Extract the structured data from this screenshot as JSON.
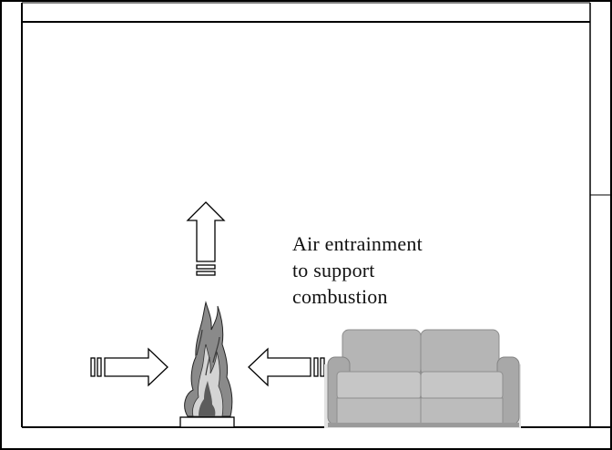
{
  "annotation": {
    "lines": [
      "Air entrainment",
      "to support",
      "combustion"
    ]
  },
  "icons": {
    "fire": "flame-icon",
    "sofa": "sofa-icon",
    "arrow_up": "arrow-up-icon",
    "arrow_right": "arrow-right-icon",
    "arrow_left": "arrow-left-icon"
  },
  "colors": {
    "line": "#000000",
    "background": "#ffffff",
    "sofa": "#b9b9b9",
    "flame": "#7a7a7a"
  }
}
